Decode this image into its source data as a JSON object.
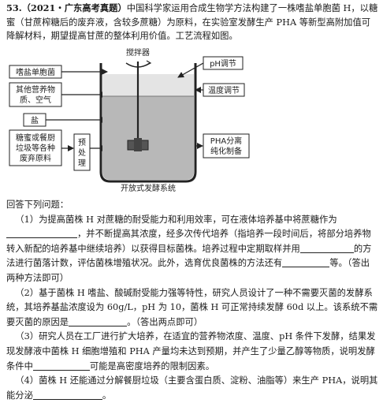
{
  "question": {
    "number": "53.",
    "source": "（2021・广东高考真题）",
    "intro": "中国科学家运用合成生物学方法构建了一株嗜盐单胞菌 H，以糖蜜（甘蔗榨糖后的废弃液，含较多蔗糖）为原料，在实验室发酵生产 PHA 等新型高附加值可降解材料，期望提高甘蔗的整体利用价值。工艺流程如图。"
  },
  "diagram": {
    "labels": {
      "halomonas": "嗜盐单胞菌",
      "nutrients_line1": "其他营养物",
      "nutrients_line2": "质、空气",
      "salt": "盐",
      "waste_line1": "糖蜜或餐厨",
      "waste_line2": "垃圾等各种",
      "waste_line3": "废弃原料",
      "pre_line1": "预",
      "pre_line2": "处",
      "pre_line3": "理",
      "stirrer": "搅拌器",
      "ph": "pH调节",
      "temp": "温度调节",
      "pha_line1": "PHA分离",
      "pha_line2": "纯化制备",
      "system": "开放式发酵系统"
    }
  },
  "answer": {
    "lead": "回答下列问题：",
    "q1_a": "（1）为提高菌株 H 对蔗糖的耐受能力和利用效率，可在液体培养基中将蔗糖作为",
    "q1_b": "，并不断提高其浓度，经多次传代培养（指培养一段时间后，将部分培养物转入新配的培养基中继续培养）以获得目标菌株。培养过程中定期取样并用",
    "q1_c": "的方法进行菌落计数，评估菌株增殖状况。此外，选育优良菌株的方法还有",
    "q1_d": "等。（答出两种方法即可）",
    "q2_a": "（2）基于菌株 H 嗜盐、酸碱耐受能力强等特性，研究人员设计了一种不需要灭菌的发酵系统，其培养基盐浓度设为 60g/L，pH 为 10，菌株 H 可正常持续发酵 60d 以上。该系统不需要灭菌的原因是",
    "q2_b": "。（答出两点即可）",
    "q3_a": "（3）研究人员在工厂进行扩大培养，在适宜的营养物浓度、温度、pH 条件下发酵，结果发现发酵液中菌株 H 细胞增殖和 PHA 产量均未达到预期，并产生了少量乙醇等物质，说明发酵条件中",
    "q3_b": "可能是高密度培养的限制因素。",
    "q4_a": "（4）菌株 H 还能通过分解餐厨垃圾（主要含蛋白质、淀粉、油脂等）来生产 PHA，说明其能分泌",
    "q4_b": "。"
  }
}
